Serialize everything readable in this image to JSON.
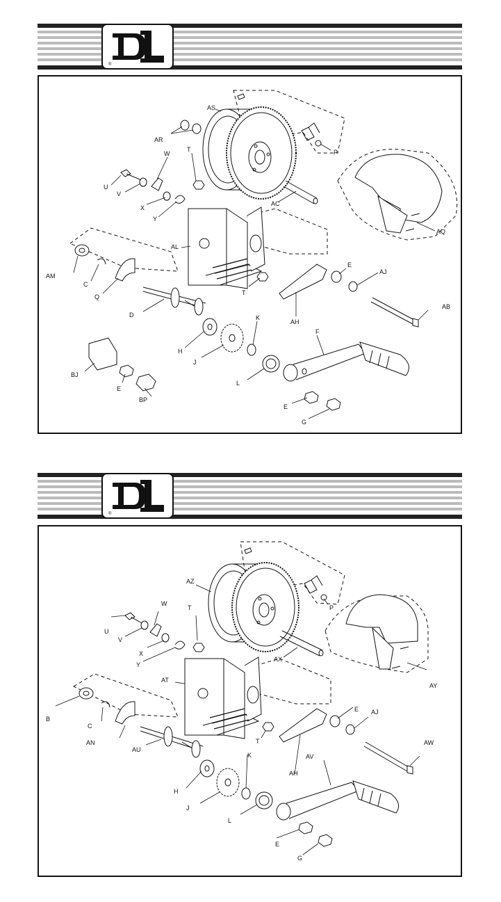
{
  "brand": {
    "logo_text": "DL",
    "registered_mark": "®"
  },
  "diagram_top": {
    "labels": {
      "AS": "AS",
      "AR": "AR",
      "P": "P",
      "T": "T",
      "W": "W",
      "U": "U",
      "V": "V",
      "X": "X",
      "Y": "Y",
      "AC": "AC",
      "AQ": "AQ",
      "AL": "AL",
      "AM": "AM",
      "C": "C",
      "Q": "Q",
      "E1": "E",
      "AJ": "AJ",
      "AB": "AB",
      "T2": "T",
      "AH": "AH",
      "D": "D",
      "K": "K",
      "H": "H",
      "F": "F",
      "J": "J",
      "BJ": "BJ",
      "E2": "E",
      "L": "L",
      "BP": "BP",
      "E3": "E",
      "G": "G"
    }
  },
  "diagram_bottom": {
    "labels": {
      "AZ": "AZ",
      "T": "T",
      "W": "W",
      "P": "P",
      "U": "U",
      "V": "V",
      "X": "X",
      "Y": "Y",
      "AX": "AX",
      "AY": "AY",
      "AT": "AT",
      "B": "B",
      "E1": "E",
      "AJ": "AJ",
      "C": "C",
      "AN": "AN",
      "T2": "T",
      "AW": "AW",
      "AU": "AU",
      "K": "K",
      "AH": "AH",
      "AV": "AV",
      "H": "H",
      "J": "J",
      "L": "L",
      "E2": "E",
      "G": "G"
    }
  }
}
